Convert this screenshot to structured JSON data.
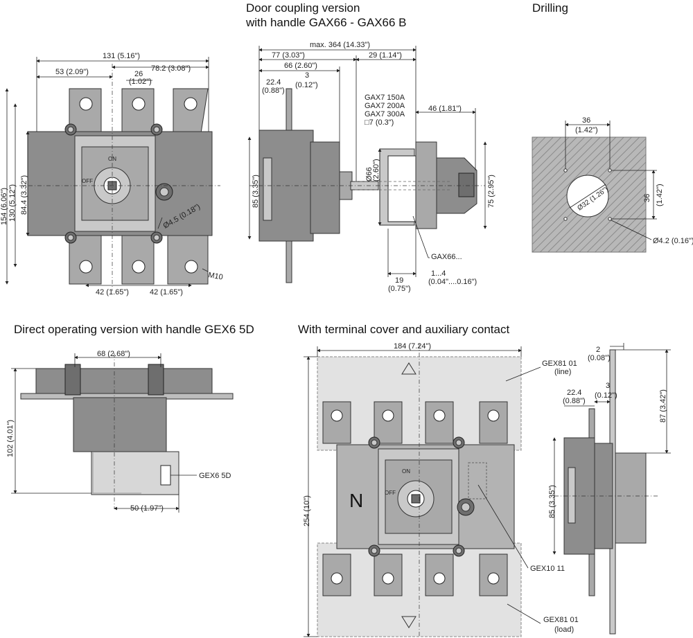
{
  "headings": {
    "door_coupling_line1": "Door coupling version",
    "door_coupling_line2": "with handle GAX66 - GAX66 B",
    "drilling": "Drilling",
    "direct_operating": "Direct operating version with handle GEX6 5D",
    "terminal_cover": "With terminal cover and auxiliary contact"
  },
  "front_view": {
    "dim_width_total": "131 (5.16\")",
    "dim_left_offset": "53 (2.09\")",
    "dim_right_offset": "78.2 (3.08\")",
    "dim_small_a": "26",
    "dim_small_b": "(1.02\")",
    "dim_height_total": "154 (6.06\")",
    "dim_height_mid": "130 (5.12\")",
    "dim_height_inner": "84.4 (3.32\")",
    "dim_hole": "Ø4.5 (0.18\")",
    "dim_pitch_left": "42 (1.65\")",
    "dim_pitch_right": "42 (1.65\")",
    "thread": "M10",
    "on_label": "ON",
    "off_label": "OFF"
  },
  "door_coupling": {
    "dim_max": "max. 364 (14.33\")",
    "dim_77": "77 (3.03\")",
    "dim_29": "29 (1.14\")",
    "dim_66": "66 (2.60\")",
    "dim_224_a": "22.4",
    "dim_224_b": "(0.88\")",
    "dim_3_a": "3",
    "dim_3_b": "(0.12\")",
    "gax_150": "GAX7 150A",
    "gax_200": "GAX7 200A",
    "gax_300": "GAX7 300A",
    "gax_square": "□7 (0.3\")",
    "dim_46": "46 (1.81\")",
    "dim_85": "85 (3.35\")",
    "dim_66dia_a": "Ø66",
    "dim_66dia_b": "(2.60\")",
    "dim_75": "75 (2.95\")",
    "gax66": "GAX66...",
    "dim_19_a": "19",
    "dim_19_b": "(0.75\")",
    "dim_14_a": "1...4",
    "dim_14_b": "(0.04\"....0.16\")"
  },
  "drilling": {
    "dim_36_top_a": "36",
    "dim_36_top_b": "(1.42\")",
    "dim_36_side_a": "36",
    "dim_36_side_b": "(1.42\")",
    "dim_dia": "Ø32 (1.26\")",
    "dim_hole": "Ø4.2 (0.16\")"
  },
  "direct_operating": {
    "dim_68": "68 (2.68\")",
    "dim_102": "102 (4.01\")",
    "handle": "GEX6 5D",
    "dim_50": "50 (1.97\")"
  },
  "terminal_cover": {
    "dim_184": "184 (7.24\")",
    "dim_254": "254 (10\")",
    "neutral": "N",
    "gex81_line_a": "GEX81 01",
    "gex81_line_b": "(line)",
    "gex81_load_a": "GEX81 01",
    "gex81_load_b": "(load)",
    "gex10": "GEX10 11",
    "dim_2_a": "2",
    "dim_2_b": "(0.08\")",
    "dim_3_a": "3",
    "dim_3_b": "(0.12\")",
    "dim_224_a": "22.4",
    "dim_224_b": "(0.88\")",
    "dim_87": "87 (3.42\")",
    "dim_85": "85 (3.35\")"
  }
}
